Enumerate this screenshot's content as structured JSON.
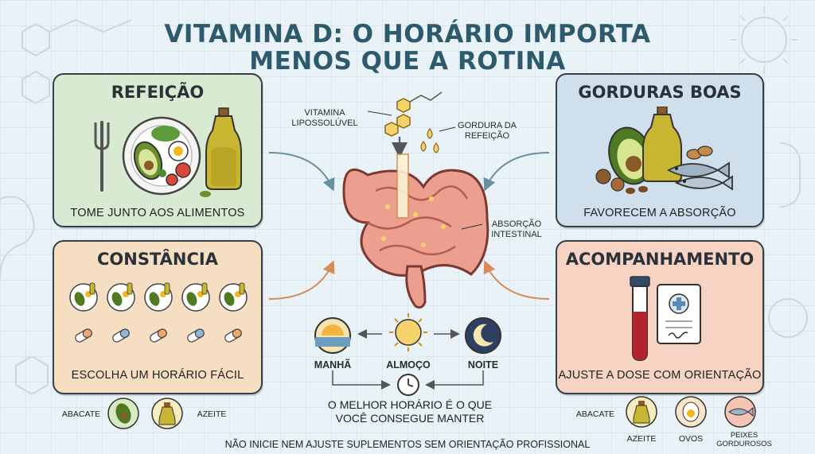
{
  "title": {
    "line1": "VITAMINA D: O HORÁRIO IMPORTA",
    "line2": "MENOS QUE A ROTINA"
  },
  "cards": {
    "refeicao": {
      "title": "REFEIÇÃO",
      "caption": "TOME JUNTO AOS ALIMENTOS"
    },
    "constancia": {
      "title": "CONSTÂNCIA",
      "caption": "ESCOLHA UM HORÁRIO FÁCIL"
    },
    "gorduras": {
      "title": "GORDURAS BOAS",
      "caption": "FAVORECEM A ABSORÇÃO"
    },
    "acompanhamento": {
      "title": "ACOMPANHAMENTO",
      "caption": "AJUSTE A DOSE COM ORIENTAÇÃO"
    }
  },
  "center": {
    "vitamina": "VITAMINA LIPOSSOLÚVEL",
    "gordura": "GORDURA DA REFEIÇÃO",
    "absorcao": "ABSORÇÃO INTESTINAL"
  },
  "times": {
    "manha": "MANHÃ",
    "almoco": "ALMOÇO",
    "noite": "NOITE"
  },
  "best": "O MELHOR HORÁRIO É O QUE VOCÊ CONSEGUE MANTER",
  "foods_left": {
    "abacate": "ABACATE",
    "azeite": "AZEITE"
  },
  "foods_right": {
    "abacate": "ABACATE",
    "azeite": "AZEITE",
    "ovos": "OVOS",
    "peixes": "PEIXES GORDUROSOS"
  },
  "warning": "NÃO INICIE NEM AJUSTE SUPLEMENTOS SEM ORIENTAÇÃO PROFISSIONAL",
  "colors": {
    "title": "#2e5a6e",
    "green_card": "#d9ead2",
    "orange_card": "#f6dec2",
    "blue_card": "#cfe0ec",
    "pink_card": "#f6d3c3",
    "intestine": "#e9998a"
  }
}
